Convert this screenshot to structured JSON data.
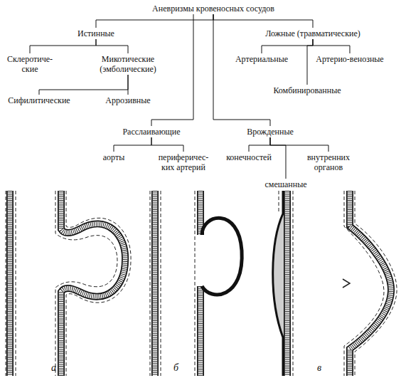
{
  "diagram": {
    "nodes": [
      {
        "text": [
          "Аневризмы кровеносных сосудов"
        ]
      },
      {
        "text": [
          "Истинные"
        ]
      },
      {
        "text": [
          "Ложные (травматические)"
        ]
      },
      {
        "text": [
          "Склеротиче- ские"
        ]
      },
      {
        "text": [
          "Микотические (эмболические)"
        ]
      },
      {
        "text": [
          "Сифилитические"
        ]
      },
      {
        "text": [
          "Аррозивные"
        ]
      },
      {
        "text": [
          "Артериальные"
        ]
      },
      {
        "text": [
          "Артерио-венозные"
        ]
      },
      {
        "text": [
          "Комбинированные"
        ]
      },
      {
        "text": [
          "Расслаивающие"
        ]
      },
      {
        "text": [
          "Врожденные"
        ]
      },
      {
        "text": [
          "аорты"
        ]
      },
      {
        "text": [
          "периферичес- ких артерий"
        ]
      },
      {
        "text": [
          "конечностей"
        ]
      },
      {
        "text": [
          "внутренних органов"
        ]
      },
      {
        "text": [
          "смешанные"
        ]
      }
    ],
    "edges": [
      {
        "from": 0,
        "to": 1,
        "arrow": "none"
      },
      {
        "from": 0,
        "to": 2,
        "arrow": "none"
      },
      {
        "from": 0,
        "to": 10,
        "arrow": "none"
      },
      {
        "from": 0,
        "to": 11,
        "arrow": "none"
      },
      {
        "from": 1,
        "to": 3,
        "arrow": "none"
      },
      {
        "from": 1,
        "to": 4,
        "arrow": "none"
      },
      {
        "from": 4,
        "to": 5,
        "arrow": "none"
      },
      {
        "from": 4,
        "to": 6,
        "arrow": "none"
      },
      {
        "from": 2,
        "to": 7,
        "arrow": "none"
      },
      {
        "from": 2,
        "to": 8,
        "arrow": "none"
      },
      {
        "from": 2,
        "to": 9,
        "arrow": "none"
      },
      {
        "from": 10,
        "to": 12,
        "arrow": "none"
      },
      {
        "from": 10,
        "to": 13,
        "arrow": "none"
      },
      {
        "from": 11,
        "to": 14,
        "arrow": "none"
      },
      {
        "from": 11,
        "to": 15,
        "arrow": "none"
      },
      {
        "from": 11,
        "to": 16,
        "arrow": "none"
      }
    ],
    "labels": [
      "а",
      "б",
      "в"
    ]
  }
}
